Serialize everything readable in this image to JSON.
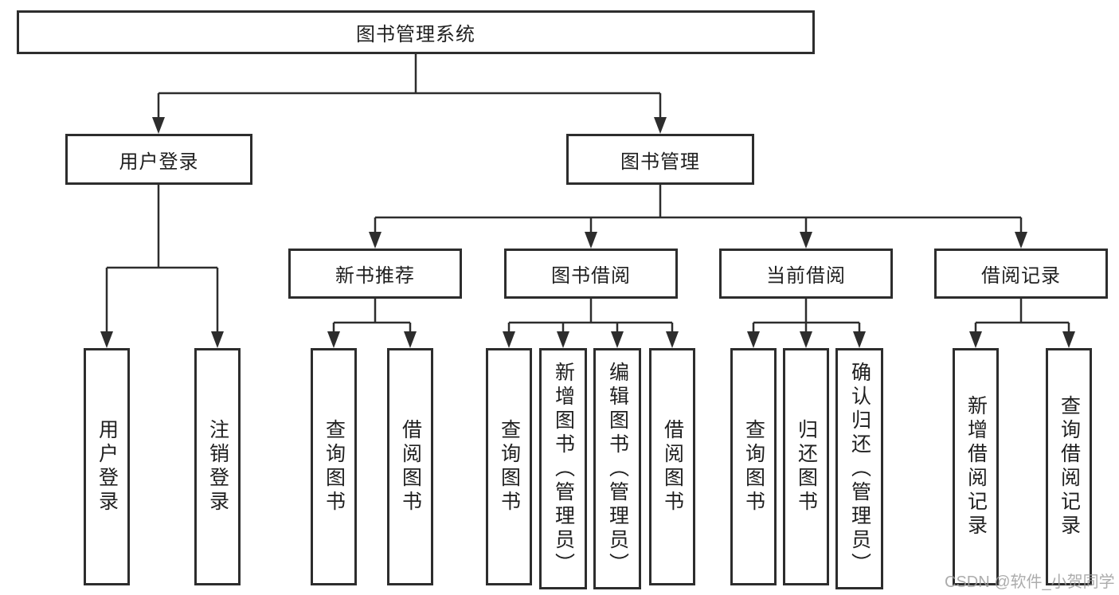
{
  "diagram": {
    "title": "图书管理系统",
    "level2": {
      "login": "用户登录",
      "management": "图书管理"
    },
    "level3": {
      "recommend": "新书推荐",
      "borrow": "图书借阅",
      "current": "当前借阅",
      "records": "借阅记录"
    },
    "leaves": {
      "login1": "用户登录",
      "login2": "注销登录",
      "rec1": "查询图书",
      "rec2": "借阅图书",
      "borrow1": "查询图书",
      "borrow2": "新增图书（管理员）",
      "borrow3": "编辑图书（管理员）",
      "borrow4": "借阅图书",
      "cur1": "查询图书",
      "cur2": "归还图书",
      "cur3": "确认归还（管理员）",
      "rcd1": "新增借阅记录",
      "rcd2": "查询借阅记录"
    }
  },
  "watermark": "CSDN @软件_小贺同学",
  "colors": {
    "line": "#2d2d2d",
    "text": "#1f1f1f",
    "watermark": "#9e9e9e",
    "background": "#ffffff"
  }
}
